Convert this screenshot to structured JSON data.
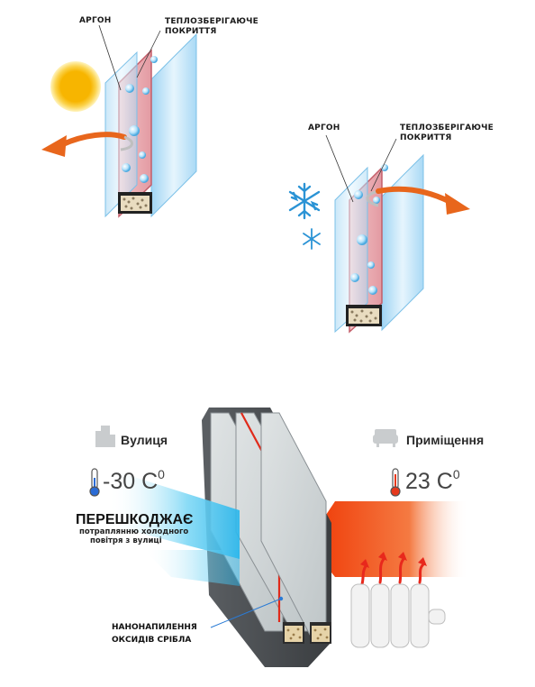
{
  "summer_panel": {
    "label_argon": "АРГОН",
    "label_coating_line1": "ТЕПЛОЗБЕРІГАЮЧЕ",
    "label_coating_line2": "ПОКРИТТЯ",
    "icon": "sun-icon"
  },
  "winter_panel": {
    "label_argon": "АРГОН",
    "label_coating_line1": "ТЕПЛОЗБЕРІГАЮЧЕ",
    "label_coating_line2": "ПОКРИТТЯ",
    "icon": "snowflake-icon"
  },
  "window_section": {
    "outside_label": "Вулиця",
    "inside_label": "Приміщення",
    "outside_temp": "-30 С",
    "outside_temp_unit": "0",
    "inside_temp": "23 С",
    "inside_temp_unit": "0",
    "warn_title": "ПЕРЕШКОДЖАЄ",
    "warn_line1": "потраплянню холодного",
    "warn_line2": "повітря з вулиці",
    "nano_line1": "НАНОНАПИЛЕННЯ",
    "nano_line2": "ОКСИДІВ СРІБЛА"
  },
  "colors": {
    "glass": "#cfe9f7",
    "coating": "#e8a0a8",
    "arrow_orange": "#e8661c",
    "sun": "#f6b800",
    "snow": "#2a93d5",
    "frame": "#4a4d50",
    "cold_flow": "#3fc1ee",
    "warm_flow": "#f25a16"
  }
}
